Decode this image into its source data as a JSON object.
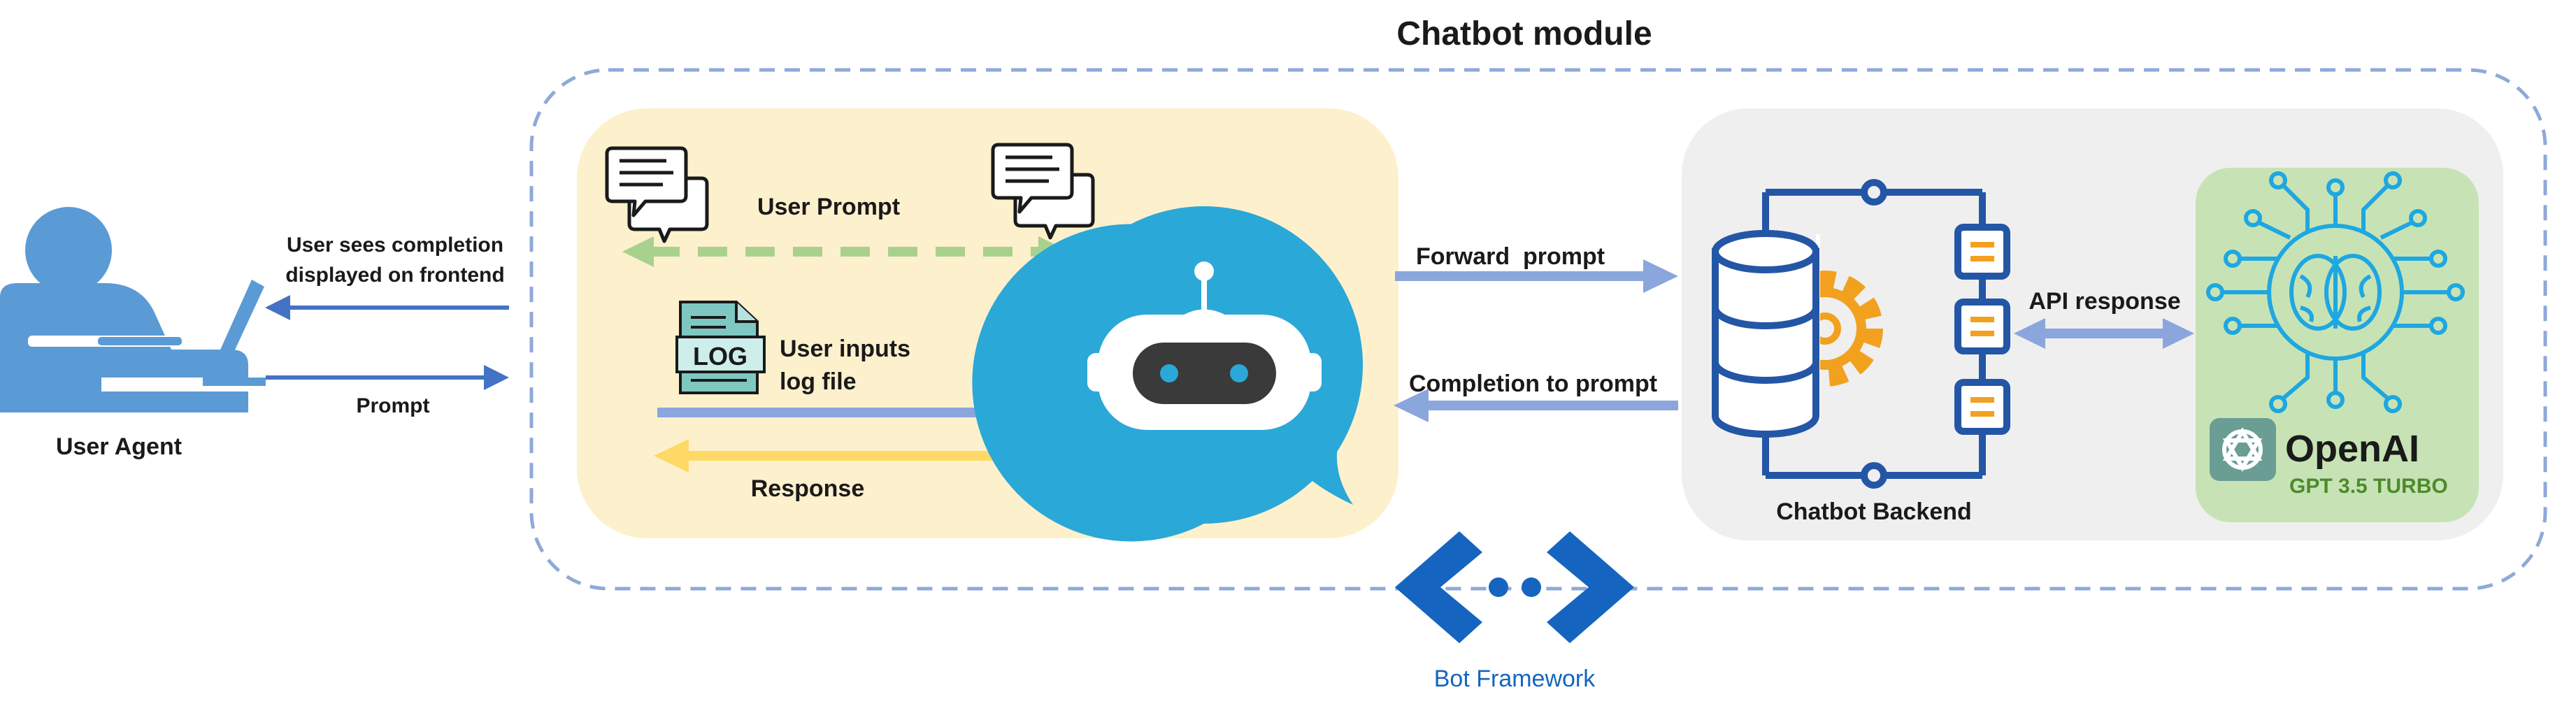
{
  "title": "Chatbot module",
  "user_agent_label": "User Agent",
  "frontend": {
    "completion_label_line1": "User sees completion",
    "completion_label_line2": "displayed on frontend",
    "prompt_label": "Prompt",
    "user_prompt_label": "User Prompt",
    "log_icon_text": "LOG",
    "log_label_line1": "User inputs",
    "log_label_line2": "log file",
    "response_label": "Response"
  },
  "forward_prompt_label": "Forward  prompt",
  "completion_to_prompt_label": "Completion to prompt",
  "backend_label": "Chatbot Backend",
  "api_response_label": "API response",
  "openai": {
    "name": "OpenAI",
    "model": "GPT 3.5 TURBO"
  },
  "bot_framework_label": "Bot Framework",
  "icons": [
    "user-at-laptop-icon",
    "chat-bubbles-icon",
    "log-file-icon",
    "robot-chat-icon",
    "database-gear-icon",
    "ai-brain-circuit-icon",
    "openai-logo-icon",
    "bot-framework-logo-icon"
  ],
  "colors": {
    "frontend_panel": "#fdf0cc",
    "backend_panel": "#efefef",
    "openai_panel": "#c7e3b5",
    "module_border": "#8fa9d8",
    "arrow_blue": "#8aa6dc",
    "arrow_green": "#a9d18e",
    "arrow_yellow": "#ffd966",
    "arrow_user": "#4472c4",
    "robot_blue": "#2aa8d8",
    "backend_blue": "#2456a6",
    "gear_orange": "#f2a11f",
    "brain_blue": "#1ea7e1",
    "bot_framework": "#1565c0"
  }
}
